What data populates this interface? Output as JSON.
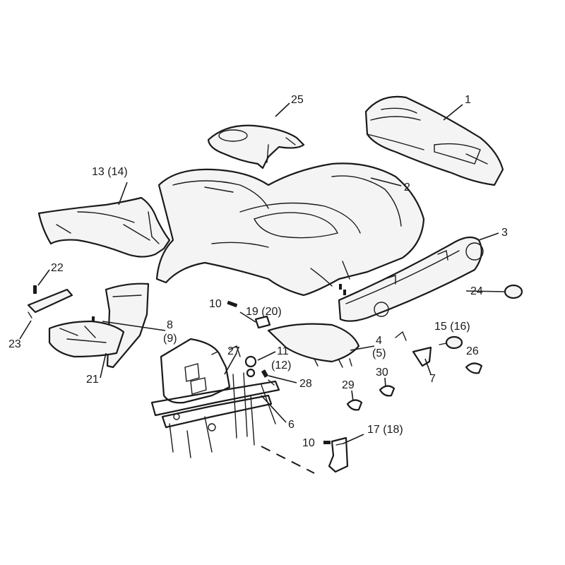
{
  "callouts": {
    "c1": "1",
    "c2": "2",
    "c3": "3",
    "c4": "4",
    "c5": "(5)",
    "c6": "6",
    "c7": "7",
    "c8": "8",
    "c9": "(9)",
    "c10a": "10",
    "c10b": "10",
    "c11": "11",
    "c12": "(12)",
    "c13": "13 (14)",
    "c15": "15 (16)",
    "c17": "17 (18)",
    "c19": "19 (20)",
    "c21": "21",
    "c22": "22",
    "c23": "23",
    "c24": "24",
    "c25": "25",
    "c26": "26",
    "c27": "27",
    "c28": "28",
    "c29": "29",
    "c30": "30"
  },
  "colors": {
    "ink": "#1a1a1a",
    "paper": "#ffffff"
  }
}
